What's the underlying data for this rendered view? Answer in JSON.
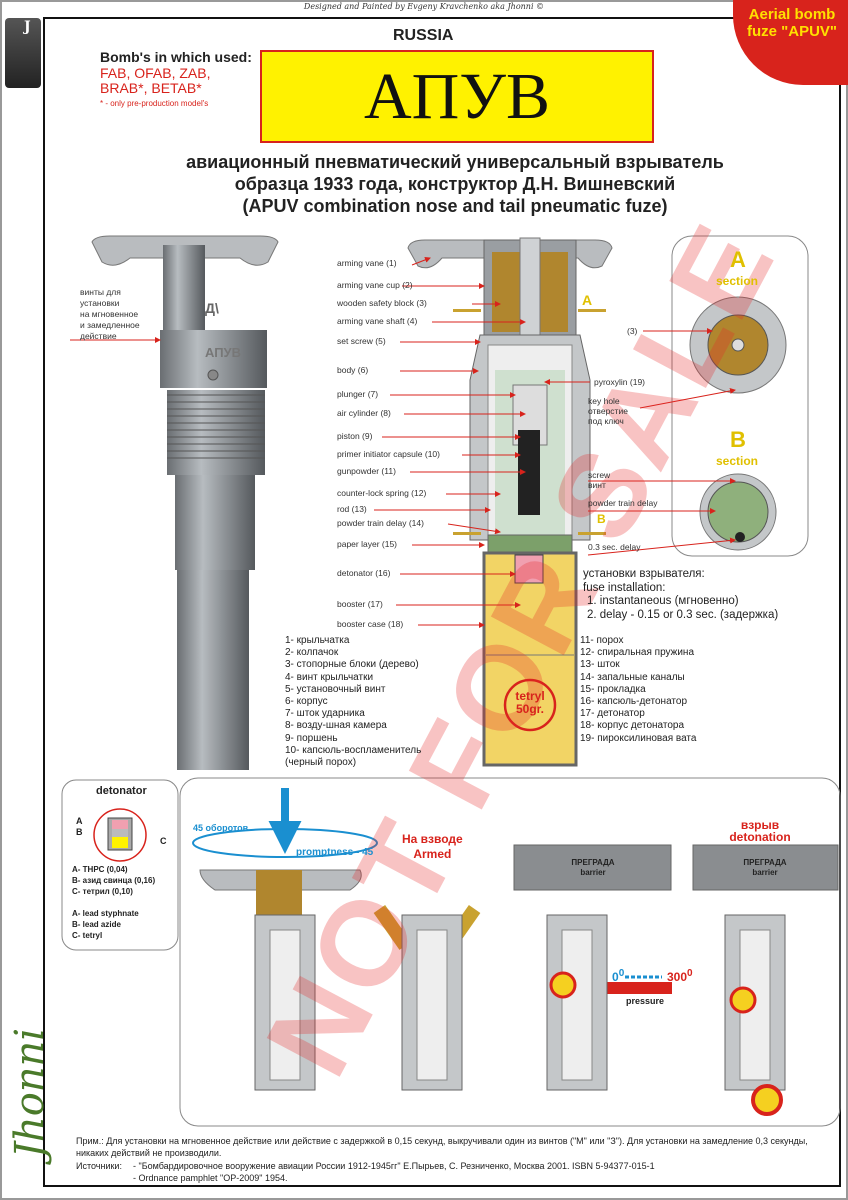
{
  "credit": "Designed and Painted by Evgeny Kravchenko aka Jhonni ©",
  "badge": {
    "line1": "Aerial bomb",
    "line2": "fuze \"APUV\""
  },
  "photo_letter": "J",
  "country": "RUSSIA",
  "title": "АПУВ",
  "bombs": {
    "heading": "Bomb's in which used:",
    "list": "FAB, OFAB, ZAB,\nBRAB*, BETAB*",
    "note": "* - only pre-production model's"
  },
  "subtitle": [
    "авиационный пневматический универсальный взрыватель",
    "образца 1933 года, конструктор Д.Н. Вишневский",
    "(APUV combination nose and tail pneumatic fuze)"
  ],
  "left_fuze": {
    "screws_note": [
      "винты для",
      "установки",
      "на мгновенное",
      "и замедленное",
      "действие"
    ],
    "mark1": "Д\\",
    "mark2": "АПУВ"
  },
  "parts": [
    "arming vane (1)",
    "arming vane cup (2)",
    "wooden safety block (3)",
    "arming vane shaft (4)",
    "set screw (5)",
    "body (6)",
    "plunger (7)",
    "air cylinder (8)",
    "piston (9)",
    "primer initiator capsule (10)",
    "gunpowder (11)",
    "counter-lock spring (12)",
    "rod (13)",
    "powder train delay (14)",
    "paper layer (15)",
    "detonator (16)",
    "booster (17)",
    "booster case (18)"
  ],
  "right_labels": {
    "pyroxylin": "pyroxylin (19)",
    "keyhole": [
      "key hole",
      "отверстие",
      "под ключ"
    ],
    "screw": [
      "screw",
      "винт"
    ],
    "powder_train": "powder train delay",
    "delay": "0.3 sec. delay",
    "three": "(3)",
    "marker_a": "A",
    "marker_b": "B"
  },
  "sections": {
    "a": "A",
    "b": "B",
    "word": "section"
  },
  "tetryl": [
    "tetryl",
    "50gr."
  ],
  "installation": {
    "h1": "установки взрывателя:",
    "h2": "fuse installation:",
    "i1": "1. instantaneous (мгновенно)",
    "i2": "2. delay - 0.15 or 0.3 sec. (задержка)"
  },
  "list_ru_left": [
    "1- крыльчатка",
    "2- колпачок",
    "3- стопорные блоки (дерево)",
    "4- винт крыльчатки",
    "5- установочный винт",
    "6- корпус",
    "7- шток ударника",
    "8- возду-шная камера",
    "9- поршень",
    "10- капсюль-воспламенитель",
    "(черный порох)"
  ],
  "list_ru_right": [
    "11- порох",
    "12- спиральная пружина",
    "13- шток",
    "14- запальные каналы",
    "15- прокладка",
    "16- капсюль-детонатор",
    "17- детонатор",
    "18- корпус детонатора",
    "19- пироксилиновая вата"
  ],
  "detonator_box": {
    "title": "detonator",
    "a": "A",
    "b": "B",
    "c": "C",
    "ru": [
      "A- THPC (0,04)",
      "B- азид свинца (0,16)",
      "C- тетрил (0,10)"
    ],
    "en": [
      "A- lead styphnate",
      "B- lead azide",
      "C- tetryl"
    ]
  },
  "sequence": {
    "turns": "45 оборотов",
    "promptness": "promptness - 45",
    "armed_ru": "На взводе",
    "armed_en": "Armed",
    "barrier_ru": "ПРЕГРАДА",
    "barrier_en": "barrier",
    "deg0": "0",
    "deg300": "300",
    "deg_sup": "0",
    "pressure": "pressure",
    "det_ru": "взрыв",
    "det_en": "detonation"
  },
  "note": "Прим.: Для установки на мгновенное действие или действие с задержкой в 0,15 секунд, выкручивали один из винтов (\"М\" или \"З\"). Для установки на замедление 0,3 секунды, никаких действий не производили.",
  "sources": {
    "label": "Источники:",
    "s1": "- \"Бомбардировочное вооружение авиации России 1912-1945гг\" Е.Пырьев, С. Резниченко, Москва 2001. ISBN 5-94377-015-1",
    "s2": "- Ordnance pamphlet \"OP-2009\" 1954."
  },
  "watermark": "NOT FOR SALE",
  "signature": "Jhonni",
  "colors": {
    "red": "#d8231c",
    "yellow": "#fff200",
    "blue": "#1a8fd0"
  }
}
